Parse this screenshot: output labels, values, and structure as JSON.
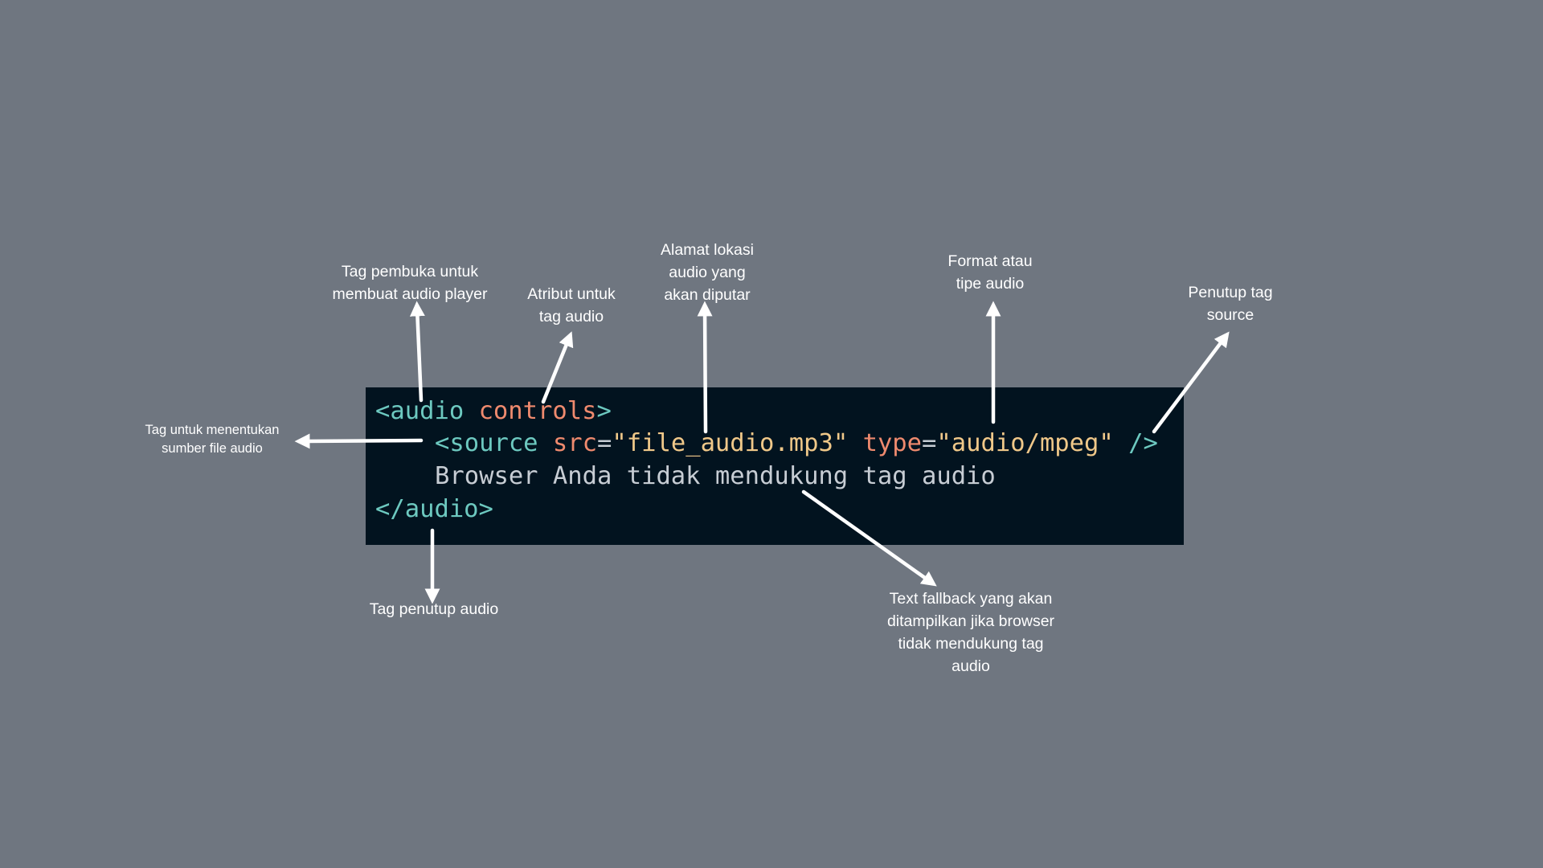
{
  "code": {
    "line1": {
      "open": "<audio",
      "attr": "controls",
      "close": ">"
    },
    "line2": {
      "open": "<source",
      "src_attr": "src",
      "eq1": "=",
      "src_value": "\"file_audio.mp3\"",
      "type_attr": "type",
      "eq2": "=",
      "type_value": "\"audio/mpeg\"",
      "self_close": "/>"
    },
    "line3": {
      "text": "Browser Anda tidak mendukung tag audio"
    },
    "line4": {
      "close_tag": "</audio>"
    }
  },
  "annotations": {
    "opening_tag": "Tag pembuka untuk\nmembuat audio player",
    "controls_attr": "Atribut untuk\ntag audio",
    "src_location": "Alamat lokasi\naudio yang\nakan diputar",
    "type_format": "Format atau\ntipe audio",
    "source_close": "Penutup tag\nsource",
    "source_tag": "Tag untuk menentukan\nsumber file audio",
    "closing_tag": "Tag penutup audio",
    "fallback_text": "Text fallback yang akan\nditampilkan jika browser\ntidak mendukung tag\naudio"
  },
  "colors": {
    "background": "#6f7680",
    "code_background": "#02131f",
    "tag": "#6dc9c0",
    "attribute": "#ef8a6e",
    "string": "#f0c889",
    "plain_text": "#c7cdd4",
    "arrow": "#ffffff"
  }
}
